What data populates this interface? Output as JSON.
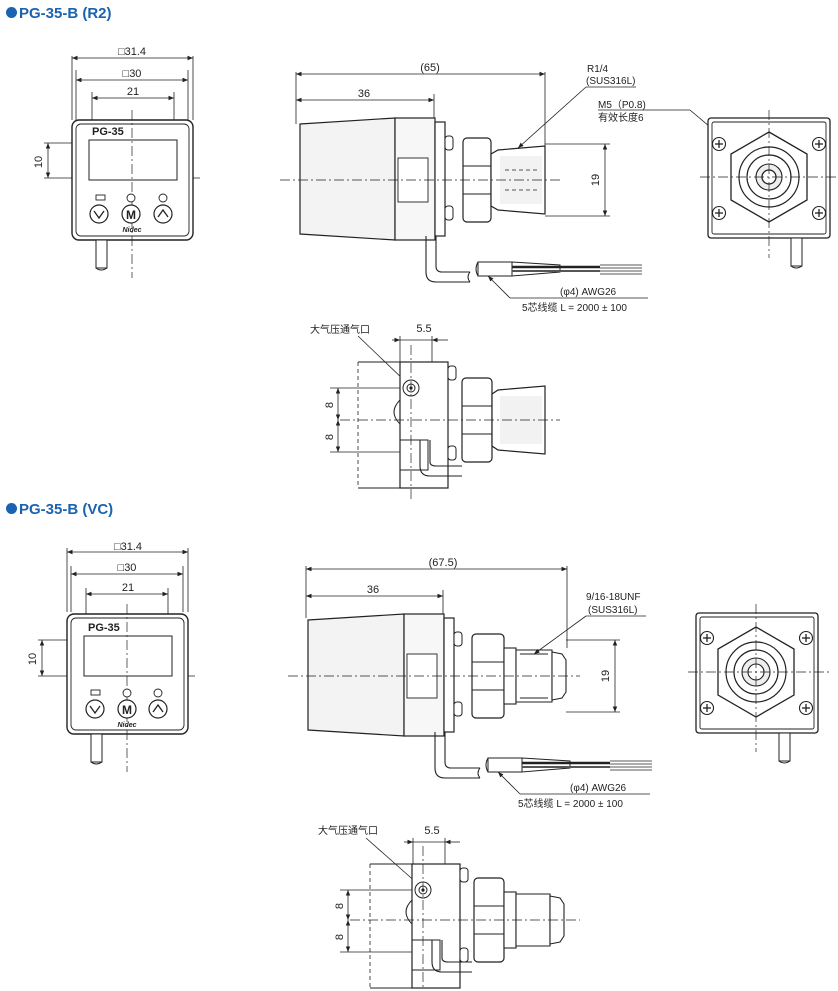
{
  "sections": [
    {
      "title": "PG-35-B (R2)",
      "front": {
        "model": "PG-35",
        "brand": "Nidec",
        "dim_outer": "□31.4",
        "dim_inner": "□30",
        "dim_display": "21",
        "dim_height": "10"
      },
      "side": {
        "overall": "(65)",
        "body": "36",
        "height": "19",
        "thread": "R1/4",
        "thread_material": "(SUS316L)",
        "port": "M5（P0.8)",
        "port_note": "有效长度6",
        "cable": "(φ4)  AWG26",
        "cable_spec": "5芯线缆   L = 2000 ± 100"
      },
      "bottom": {
        "vent_label": "大气压通气口",
        "vent_dim": "5.5",
        "dim_a": "8",
        "dim_b": "8"
      }
    },
    {
      "title": "PG-35-B (VC)",
      "front": {
        "model": "PG-35",
        "brand": "Nidec",
        "dim_outer": "□31.4",
        "dim_inner": "□30",
        "dim_display": "21",
        "dim_height": "10"
      },
      "side": {
        "overall": "(67.5)",
        "body": "36",
        "height": "19",
        "thread": "9/16-18UNF",
        "thread_material": "(SUS316L)",
        "cable": "(φ4)  AWG26",
        "cable_spec": "5芯线缆   L = 2000 ± 100"
      },
      "bottom": {
        "vent_label": "大气压通气口",
        "vent_dim": "5.5",
        "dim_a": "8",
        "dim_b": "8"
      }
    }
  ],
  "colors": {
    "title_blue": "#1a63b0",
    "line": "#222222"
  }
}
